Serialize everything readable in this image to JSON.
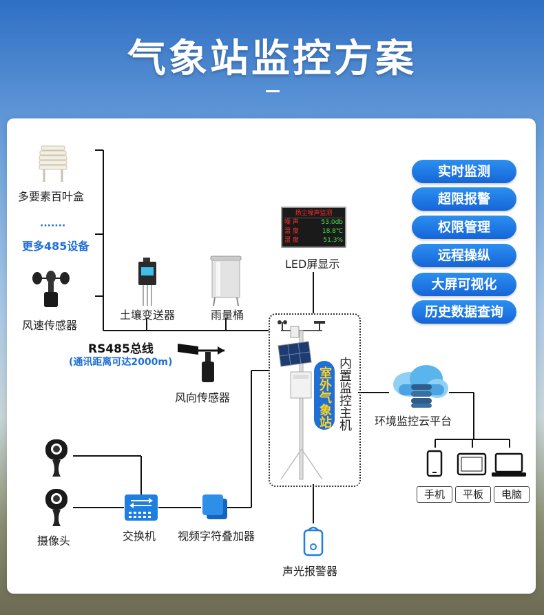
{
  "title": "气象站监控方案",
  "features": [
    "实时监测",
    "超限报警",
    "权限管理",
    "远程操纵",
    "大屏可视化",
    "历史数据查询"
  ],
  "sensors": {
    "louver_box": "多要素百叶盒",
    "more_dots": "·······",
    "more_devices": "更多485设备",
    "wind_speed": "风速传感器",
    "soil": "土壤变送器",
    "rain": "雨量桶",
    "wind_direction": "风向传感器"
  },
  "bus": {
    "label": "RS485总线",
    "note": "(通讯距离可达2000m)"
  },
  "led": {
    "label": "LED屏显示",
    "header": "扬尘噪声监测",
    "rows": [
      {
        "k": "噪 声",
        "v": "53.0db"
      },
      {
        "k": "温 度",
        "v": "18.8℃"
      },
      {
        "k": "湿 度",
        "v": "51.3%"
      }
    ]
  },
  "station": {
    "name": "室外气象站",
    "host": "内置监控主机"
  },
  "cloud": {
    "label": "环境监控云平台"
  },
  "terminals": [
    "手机",
    "平板",
    "电脑"
  ],
  "video": {
    "camera": "摄像头",
    "switch": "交换机",
    "overlay": "视频字符叠加器"
  },
  "alarm": {
    "label": "声光报警器"
  },
  "colors": {
    "accent": "#1f6fd6",
    "station_text": "#ffd21f"
  }
}
